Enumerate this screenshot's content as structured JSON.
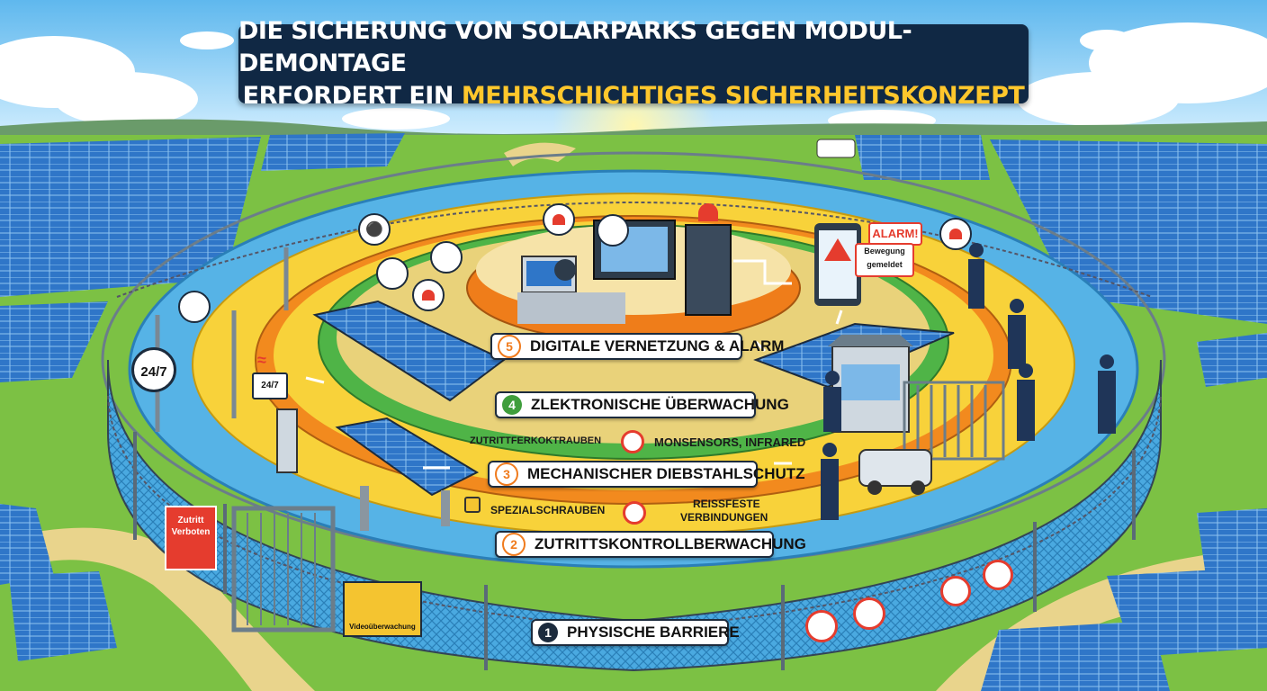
{
  "title": {
    "line1": "Die Sicherung von Solarparks gegen Modul-Demontage",
    "line2_plain": "erfordert ein",
    "line2_highlight": "mehrschichtiges Sicherheitskonzept"
  },
  "layers": [
    {
      "number": "1",
      "label": "Physische Barriere"
    },
    {
      "number": "2",
      "label": "Zutrittskontrollberwachung"
    },
    {
      "number": "3",
      "label": "Mechanischer Diebstahlschutz"
    },
    {
      "number": "4",
      "label": "Zlektronische Überwachung"
    },
    {
      "number": "5",
      "label": "Digitale Vernetzung & Alarm"
    }
  ],
  "captions": {
    "layer4_left": "Zutrittferkoktrauben",
    "layer4_right": "Monsensors, Infrared",
    "layer3_left": "Spezialschrauben",
    "layer3_right_line1": "Reissfeste",
    "layer3_right_line2": "Verbindungen"
  },
  "signs": {
    "alarm": "ALARM!",
    "motion_line1": "Bewegung",
    "motion_line2": "gemeldet",
    "sign_247": "24/7",
    "device_247": "24/7",
    "no_entry_line1": "Zutritt",
    "no_entry_line2": "Verboten",
    "video": "Videoüberwachung"
  },
  "colors": {
    "navy": "#102844",
    "highlight": "#ffc72c",
    "ring_outer_blue": "#4aa9e0",
    "ring_yellow": "#f8d23a",
    "ring_orange": "#f28a1e",
    "ring_green": "#4fb447",
    "ring_inner_orange": "#ef7d1a",
    "badge_orange": "#f07b1d",
    "badge_green": "#3f9e3c",
    "badge_navy": "#1c2b3d"
  },
  "icons": [
    "camera-icon",
    "alarm-light-icon",
    "phone-alert-icon",
    "padlock-icon",
    "no-tool-icon",
    "wifi-icon",
    "sensor-icon",
    "fingerprint-icon"
  ]
}
